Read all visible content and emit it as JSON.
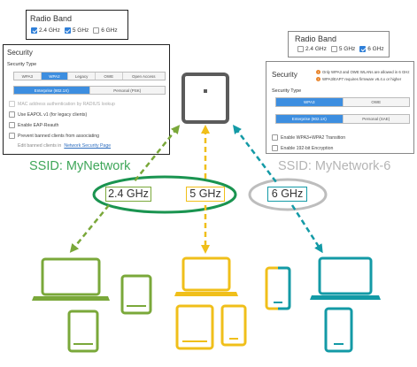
{
  "colors": {
    "green": "#7aa83a",
    "yellow": "#f0bf1a",
    "teal": "#139aa6",
    "ssid_green": "#3fa659",
    "ssid_gray": "#b4b4b4",
    "ellipse_green": "#1a9450",
    "ellipse_gray": "#bdbdbd",
    "access_point": "#5b5b5b"
  },
  "radio_band_left": {
    "title": "Radio Band",
    "options": [
      {
        "label": "2.4 GHz",
        "checked": true
      },
      {
        "label": "5 GHz",
        "checked": true
      },
      {
        "label": "6 GHz",
        "checked": false
      }
    ]
  },
  "radio_band_right": {
    "title": "Radio Band",
    "options": [
      {
        "label": "2.4 GHz",
        "checked": false
      },
      {
        "label": "5 GHz",
        "checked": false
      },
      {
        "label": "6 GHz",
        "checked": true
      }
    ]
  },
  "security_left": {
    "title": "Security",
    "type_label": "Security Type",
    "types": [
      "WPA3",
      "WPA2",
      "Legacy",
      "OWE",
      "Open Access"
    ],
    "selected_type": "WPA2",
    "modes": [
      "Enterprise (802.1X)",
      "Personal (PSK)"
    ],
    "selected_mode": "Enterprise (802.1X)",
    "options": [
      {
        "label": "MAC address authentication by RADIUS lookup",
        "checked": false,
        "disabled": true
      },
      {
        "label": "Use EAPOL v1 (for legacy clients)",
        "checked": false,
        "disabled": false
      },
      {
        "label": "Enable EAP-Reauth",
        "checked": false,
        "disabled": false
      },
      {
        "label": "Prevent banned clients from associating",
        "checked": false,
        "disabled": false
      }
    ],
    "edit_text": "Edit banned clients in",
    "edit_link": "Network Security Page"
  },
  "security_right": {
    "title": "Security",
    "notes": [
      "Only WPA3 and OWE WLANs are allowed in 6 GHz",
      "WPA3/EAP7 requires firmware v6.4.x or higher"
    ],
    "type_label": "Security Type",
    "types": [
      "WPA3",
      "OWE"
    ],
    "selected_type": "WPA3",
    "modes": [
      "Enterprise (802.1X)",
      "Personal (SAE)"
    ],
    "selected_mode": "Enterprise (802.1X)",
    "options": [
      {
        "label": "Enable WPA3+WPA2 Transition",
        "checked": false
      },
      {
        "label": "Enable 192-bit Encryption",
        "checked": false
      }
    ]
  },
  "ssid_left": "SSID: MyNetwork",
  "ssid_right": "SSID: MyNetwork-6",
  "freq": {
    "f24": "2.4 GHz",
    "f5": "5 GHz",
    "f6": "6 GHz"
  }
}
